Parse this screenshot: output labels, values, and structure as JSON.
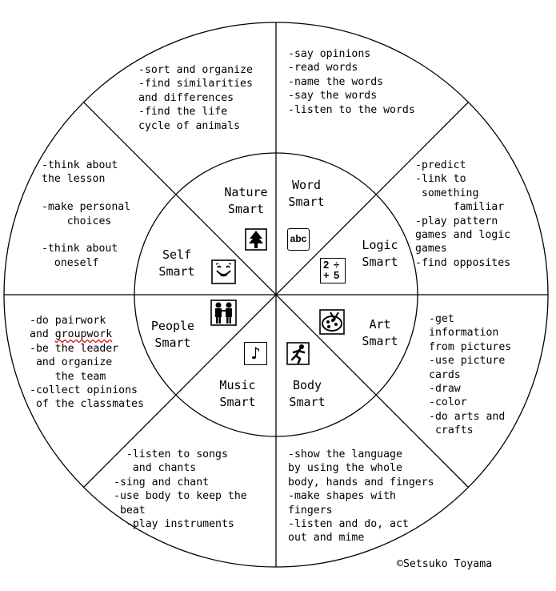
{
  "copyright": "©Setsuko Toyama",
  "segments": {
    "nature": {
      "label": [
        "Nature",
        "Smart"
      ],
      "icon": "tree-icon",
      "activities": [
        "-sort and organize",
        "-find similarities",
        "and differences",
        "-find the life",
        "cycle of animals"
      ]
    },
    "word": {
      "label": [
        "Word",
        "Smart"
      ],
      "icon": "abc-icon",
      "icon_text": "abc",
      "activities": [
        "-say opinions",
        "-read words",
        "-name the words",
        "-say the words",
        "-listen to the words"
      ]
    },
    "logic": {
      "label": [
        "Logic",
        "Smart"
      ],
      "icon": "math-icon",
      "icon_text": [
        "2",
        "÷",
        "+",
        "5"
      ],
      "activities": [
        "-predict",
        "-link to",
        " something",
        "      familiar",
        "-play pattern",
        "games and logic",
        "games",
        "-find opposites"
      ]
    },
    "art": {
      "label": [
        "Art",
        "Smart"
      ],
      "icon": "palette-icon",
      "activities": [
        "-get",
        "information",
        "from pictures",
        "-use picture",
        "cards",
        "-draw",
        "-color",
        "-do arts and",
        " crafts"
      ]
    },
    "body": {
      "label": [
        "Body",
        "Smart"
      ],
      "icon": "running-person-icon",
      "activities": [
        "-show the language",
        "by using the whole",
        "body, hands and fingers",
        "-make shapes with",
        "fingers",
        "-listen and do, act",
        "out and mime"
      ]
    },
    "music": {
      "label": [
        "Music",
        "Smart"
      ],
      "icon": "music-note-icon",
      "icon_text": "♪",
      "activities": [
        "  -listen to songs",
        "   and chants",
        "-sing and chant",
        "-use body to keep the",
        " beat",
        "  -play instruments"
      ]
    },
    "people": {
      "label": [
        "People",
        "Smart"
      ],
      "icon": "two-people-icon",
      "activities": [
        "-do pairwork",
        "and groupwork",
        "-be the leader",
        " and organize",
        "    the team",
        "-collect opinions",
        " of the classmates"
      ]
    },
    "self": {
      "label": [
        "Self",
        "Smart"
      ],
      "icon": "smiling-face-icon",
      "activities": [
        "-think about",
        "the lesson",
        "",
        "-make personal",
        "    choices",
        "",
        "-think about",
        "  oneself"
      ]
    }
  }
}
